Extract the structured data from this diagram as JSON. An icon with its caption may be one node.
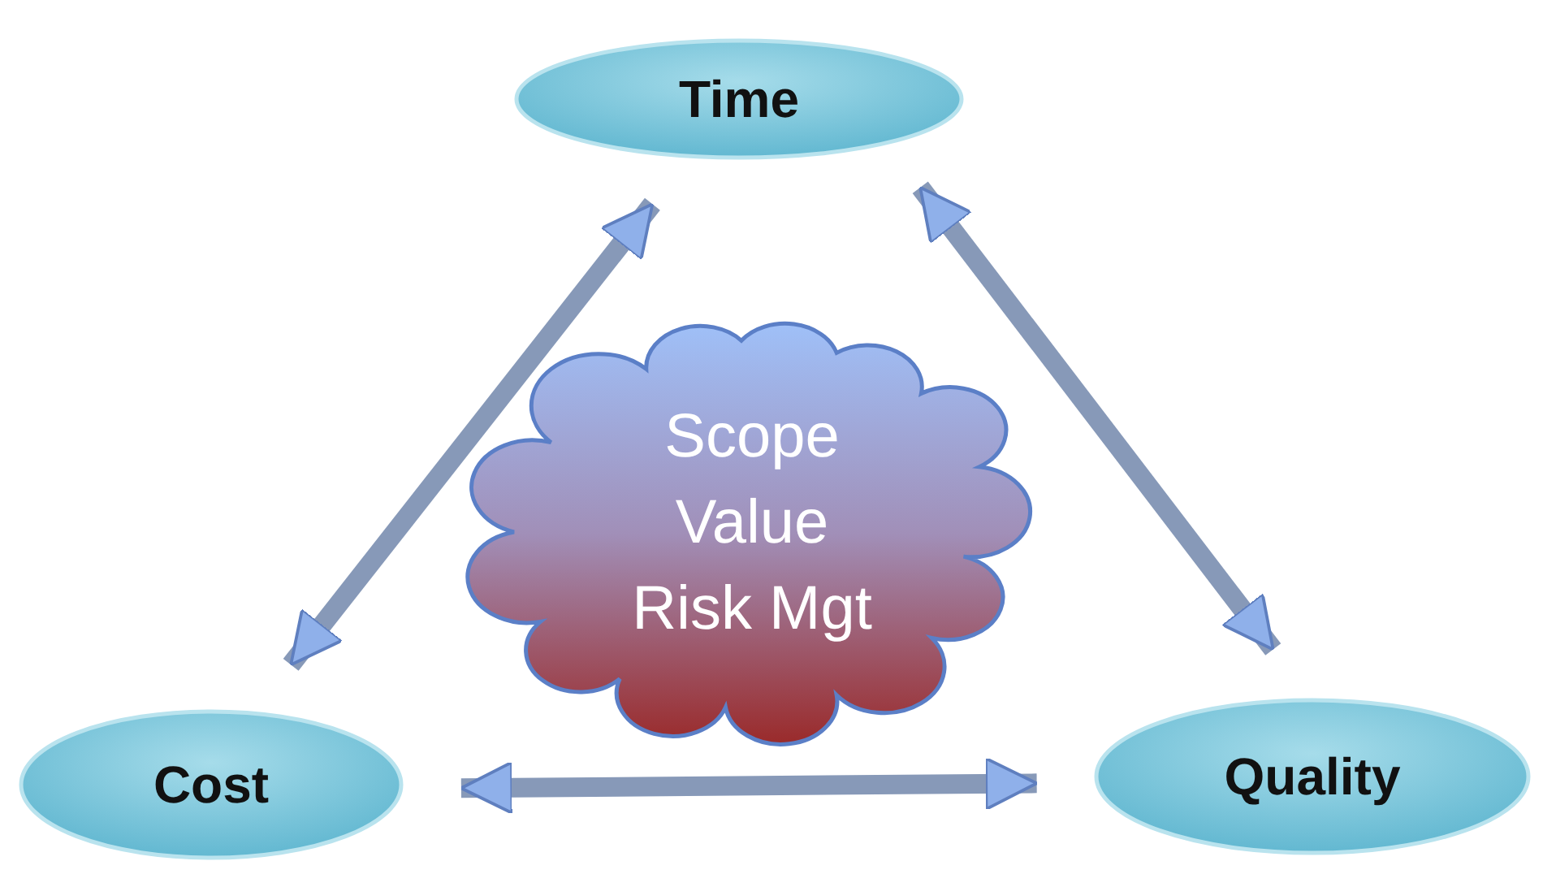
{
  "diagram": {
    "nodes": [
      {
        "text": [
          "Time"
        ]
      },
      {
        "text": [
          "Scope",
          "Value",
          "Risk Mgt"
        ]
      },
      {
        "text": [
          "Cost"
        ]
      },
      {
        "text": [
          "Quality"
        ]
      }
    ],
    "edges": [
      {
        "from": 2,
        "to": 0,
        "arrow": "both"
      },
      {
        "from": 0,
        "to": 3,
        "arrow": "both"
      },
      {
        "from": 2,
        "to": 3,
        "arrow": "both"
      }
    ]
  }
}
